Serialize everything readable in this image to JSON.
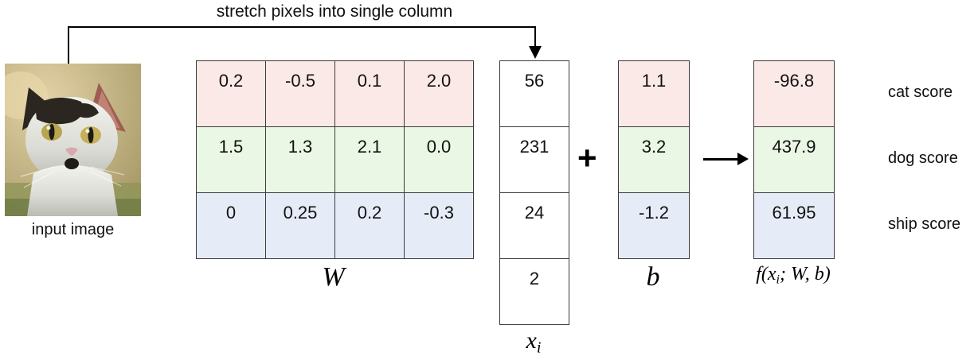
{
  "caption": {
    "stretch_text": "stretch pixels into single column"
  },
  "input_image": {
    "label": "input image",
    "alt": "cat-photo"
  },
  "weights": {
    "label": "W",
    "rows": [
      {
        "color_key": "pink",
        "cells": [
          "0.2",
          "-0.5",
          "0.1",
          "2.0"
        ]
      },
      {
        "color_key": "green",
        "cells": [
          "1.5",
          "1.3",
          "2.1",
          "0.0"
        ]
      },
      {
        "color_key": "blue",
        "cells": [
          "0",
          "0.25",
          "0.2",
          "-0.3"
        ]
      }
    ]
  },
  "input_vector": {
    "label_main": "x",
    "label_sub": "i",
    "cells": [
      "56",
      "231",
      "24",
      "2"
    ]
  },
  "operators": {
    "plus": "+",
    "arrow": "arrow-right-icon"
  },
  "bias": {
    "label": "b",
    "rows": [
      {
        "color_key": "pink",
        "value": "1.1"
      },
      {
        "color_key": "green",
        "value": "3.2"
      },
      {
        "color_key": "blue",
        "value": "-1.2"
      }
    ]
  },
  "scores": {
    "label_fn": "f(",
    "label_x": "x",
    "label_sub": "i",
    "label_rest": "; W, b)",
    "rows": [
      {
        "color_key": "pink",
        "value": "-96.8",
        "name": "cat score"
      },
      {
        "color_key": "green",
        "value": "437.9",
        "name": "dog score"
      },
      {
        "color_key": "blue",
        "value": "61.95",
        "name": "ship score"
      }
    ]
  },
  "colors": {
    "pink": "#fae9e7",
    "green": "#eaf7e4",
    "blue": "#e6ecf7",
    "white": "#ffffff",
    "border": "#3a3a3a",
    "ink": "#111111"
  }
}
